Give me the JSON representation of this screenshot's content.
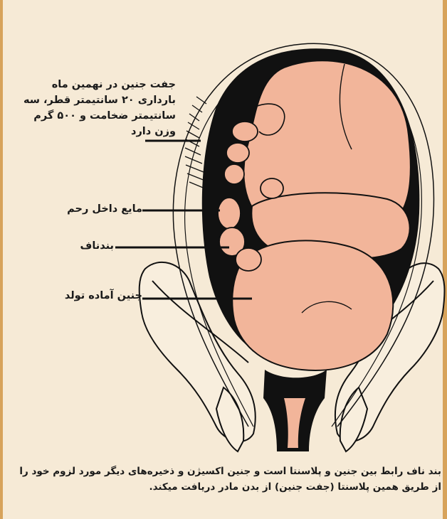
{
  "labels": {
    "placenta": "جفت جنین در نهمین ماه بارداری ۲۰ سانتیمتر قطر، سه سانتیمتر ضخامت و ۵۰۰ گرم وزن دارد",
    "amniotic_fluid": "مایع داخل رحم",
    "umbilical_cord": "بندناف",
    "fetus": "جنین آماده تولد"
  },
  "caption": "بند ناف رابط بین جنین و پلاسنتا است و جنین اکسیژن و ذخیره‌های دیگر مورد لزوم خود را از طریق همین پلاسنتا (جفت جنین) از بدن مادر دریافت میکند.",
  "colors": {
    "skin": "#f2b59a",
    "outline": "#111111",
    "paper": "#f6ead6",
    "frame": "#d7a35b"
  }
}
